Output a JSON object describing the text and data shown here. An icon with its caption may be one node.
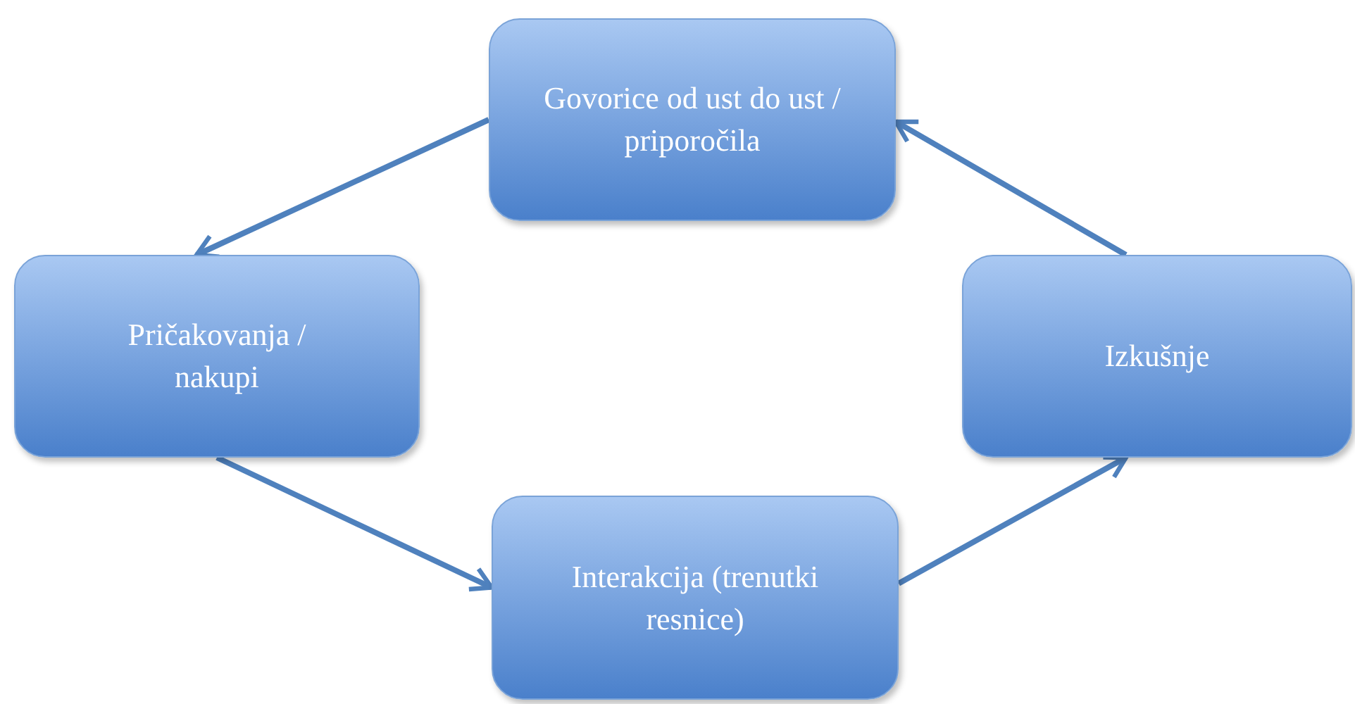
{
  "diagram": {
    "nodes": [
      {
        "text": [
          "Govorice od ust do ust / priporočila"
        ]
      },
      {
        "text": [
          "Pričakovanja / nakupi"
        ]
      },
      {
        "text": [
          "Interakcija (trenutki resnice)"
        ]
      },
      {
        "text": [
          "Izkušnje"
        ]
      }
    ],
    "edges": [
      {
        "from": 0,
        "to": 1,
        "arrow": "to"
      },
      {
        "from": 1,
        "to": 2,
        "arrow": "to"
      },
      {
        "from": 2,
        "to": 3,
        "arrow": "to"
      },
      {
        "from": 3,
        "to": 0,
        "arrow": "to"
      }
    ]
  }
}
